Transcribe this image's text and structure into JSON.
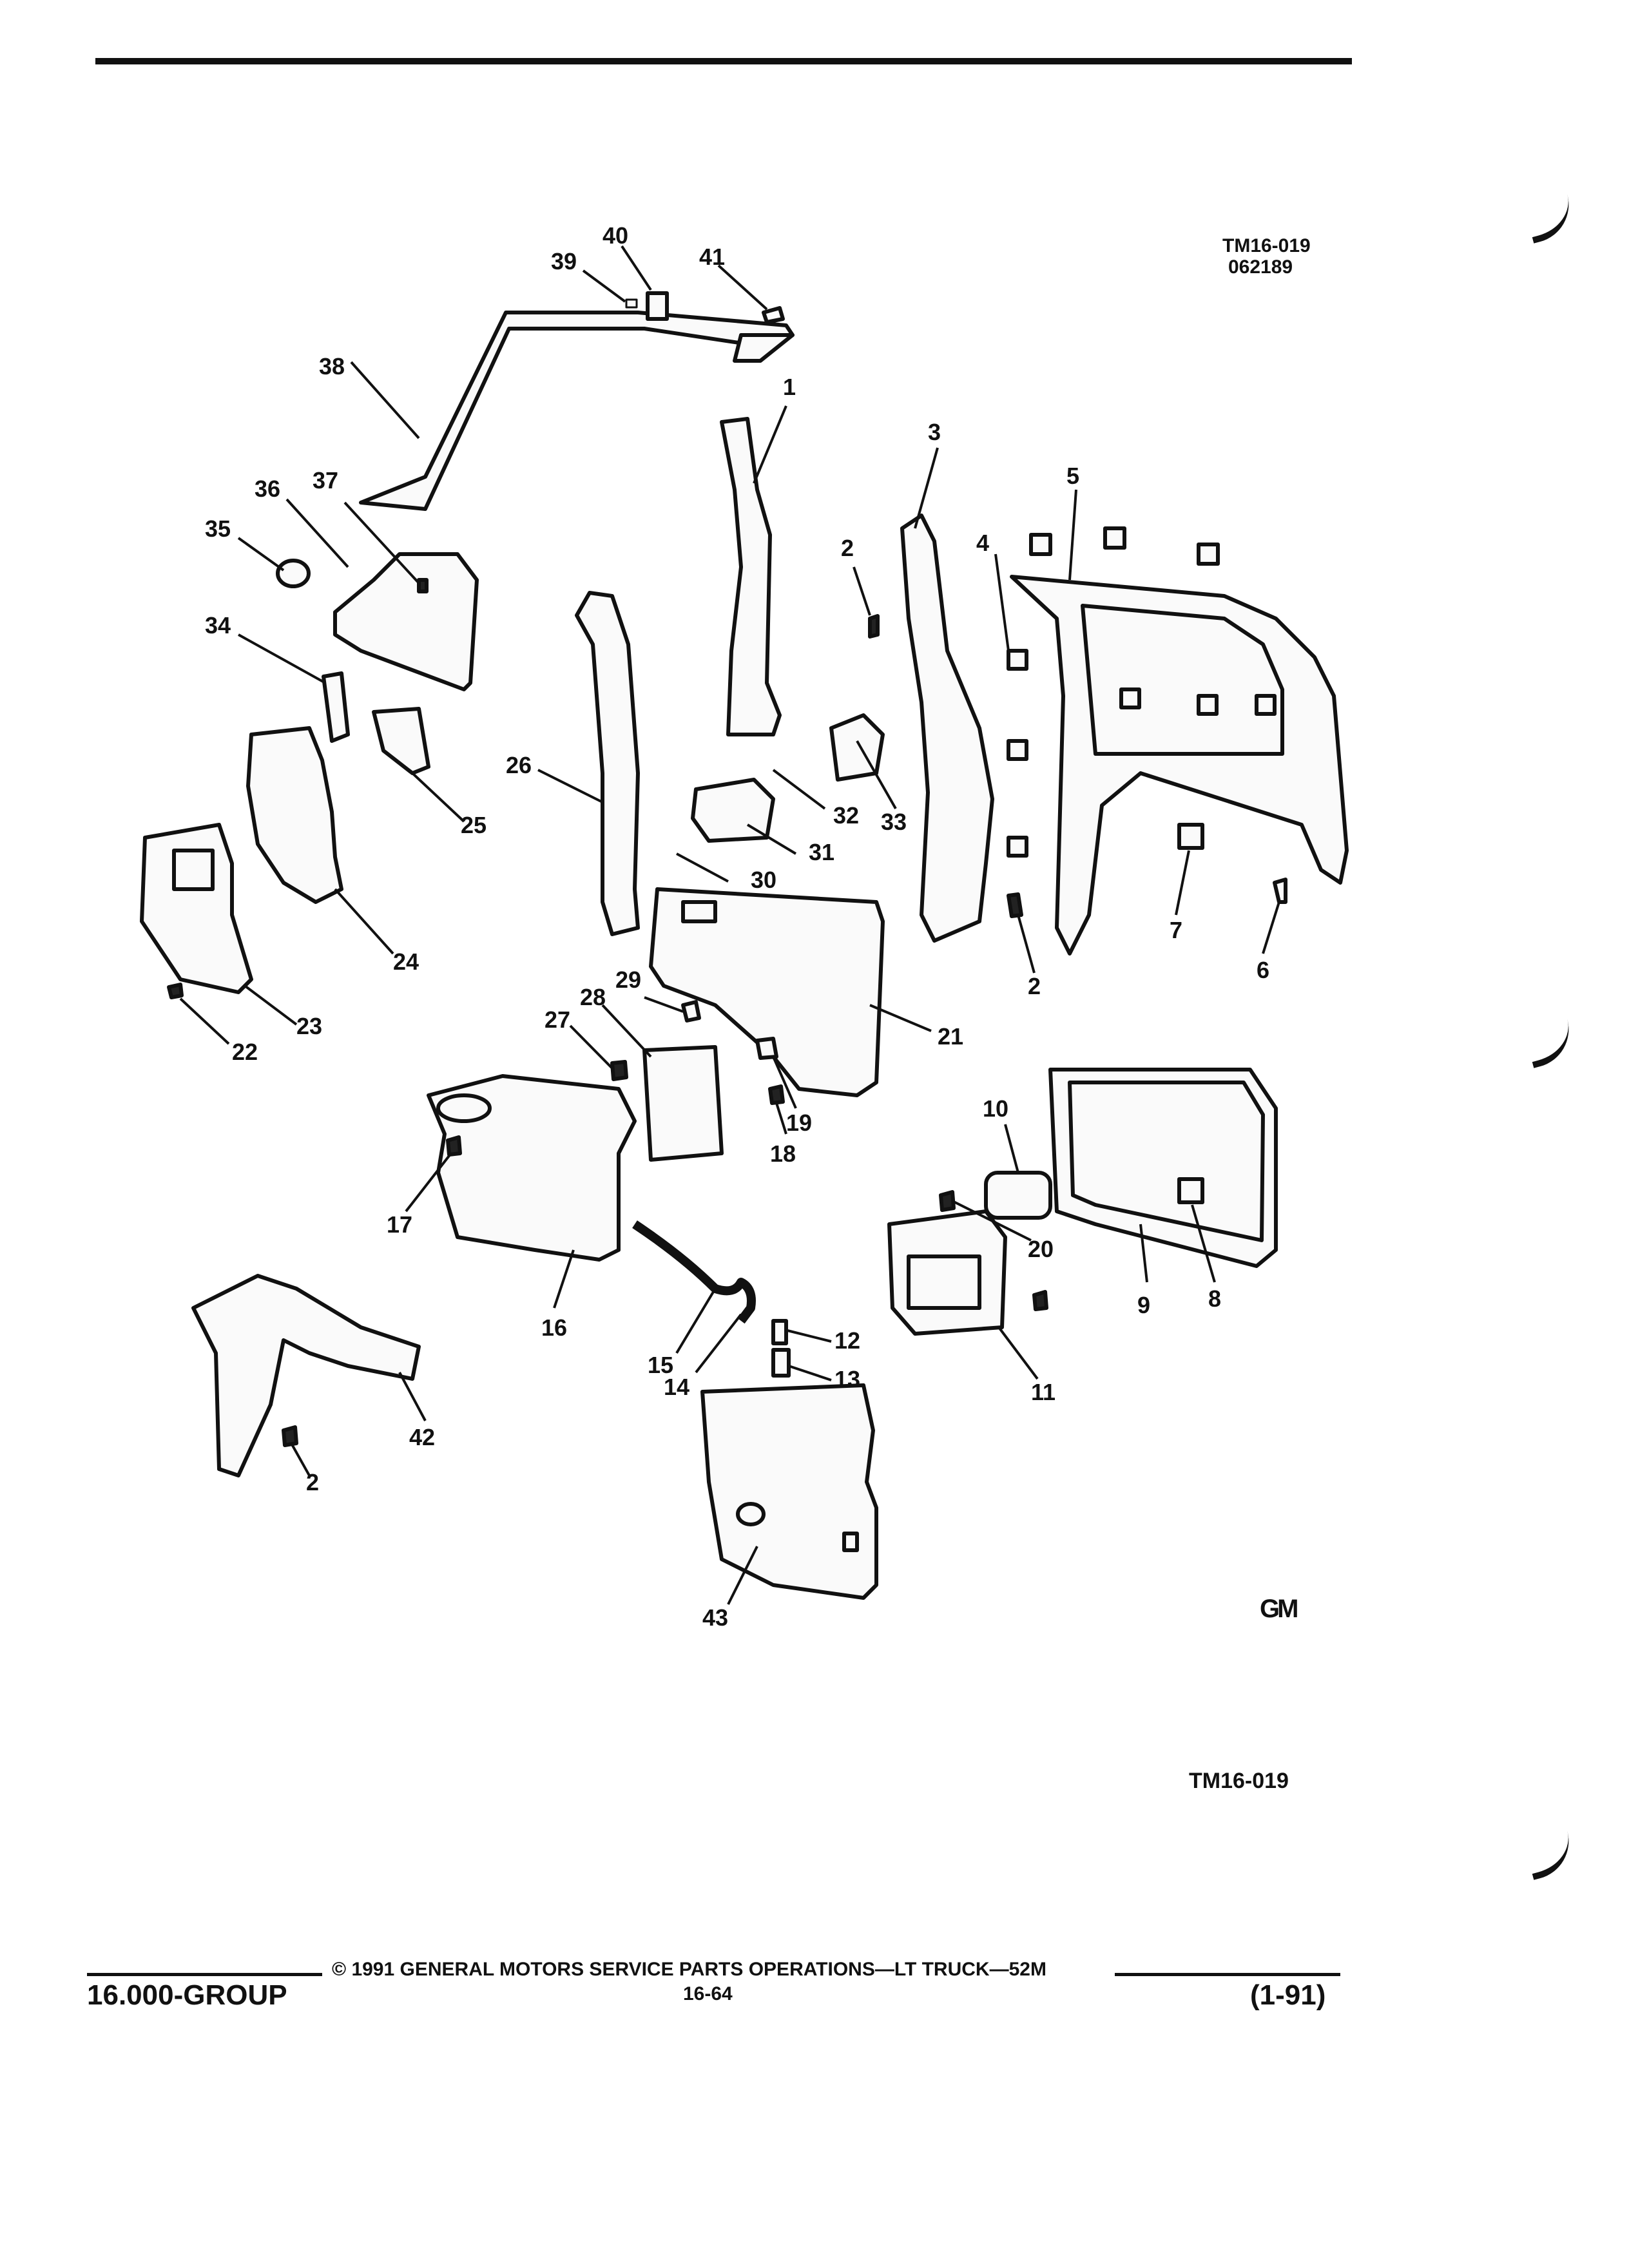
{
  "figure": {
    "id_code": "TM16-019",
    "date_code": "062189",
    "bottom_code": "TM16-019",
    "logo_text": "GM",
    "callouts": [
      "1",
      "2",
      "3",
      "4",
      "5",
      "6",
      "7",
      "8",
      "9",
      "10",
      "11",
      "12",
      "13",
      "14",
      "15",
      "16",
      "17",
      "18",
      "19",
      "20",
      "21",
      "22",
      "23",
      "24",
      "25",
      "26",
      "27",
      "28",
      "29",
      "30",
      "31",
      "32",
      "33",
      "34",
      "35",
      "36",
      "37",
      "38",
      "39",
      "40",
      "41",
      "42",
      "43"
    ]
  },
  "footer": {
    "group": "16.000-GROUP",
    "copyright": "© 1991 GENERAL MOTORS SERVICE PARTS OPERATIONS—LT TRUCK—52M",
    "page_number": "16-64",
    "edition": "(1-91)"
  }
}
